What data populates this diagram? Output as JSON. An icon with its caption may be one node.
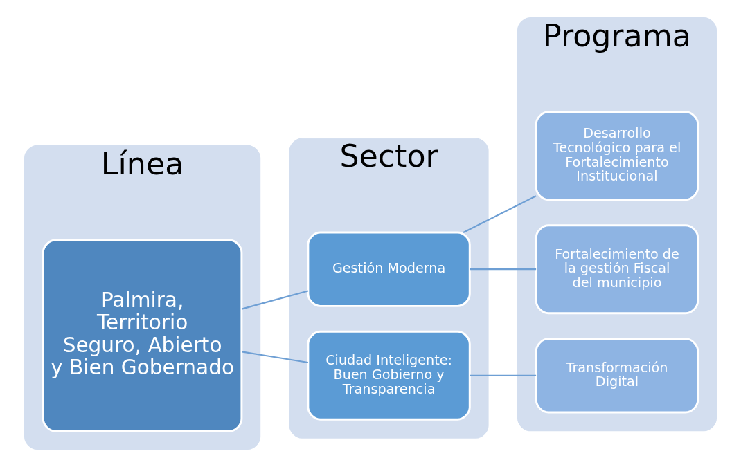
{
  "diagram": {
    "nodes": [
      {
        "text": [
          "Línea"
        ]
      },
      {
        "text": [
          "Palmira, Territorio Seguro, Abierto y Bien Gobernado"
        ],
        "in": 0
      },
      {
        "text": [
          "Sector"
        ]
      },
      {
        "text": [
          "Gestión Moderna"
        ],
        "in": 2
      },
      {
        "text": [
          "Ciudad Inteligente: Buen Gobierno y Transparencia"
        ],
        "in": 2
      },
      {
        "text": [
          "Programa"
        ]
      },
      {
        "text": [
          "Desarrollo Tecnológico para el Fortalecimiento Institucional"
        ],
        "in": 5
      },
      {
        "text": [
          "Fortalecimiento de la gestión Fiscal del municipio"
        ],
        "in": 5
      },
      {
        "text": [
          "Transformación Digital"
        ],
        "in": 5
      }
    ],
    "edges": [
      {
        "from": 1,
        "to": 3,
        "arrow": "none"
      },
      {
        "from": 1,
        "to": 4,
        "arrow": "none"
      },
      {
        "from": 3,
        "to": 6,
        "arrow": "none"
      },
      {
        "from": 3,
        "to": 7,
        "arrow": "none"
      },
      {
        "from": 4,
        "to": 8,
        "arrow": "none"
      }
    ]
  }
}
